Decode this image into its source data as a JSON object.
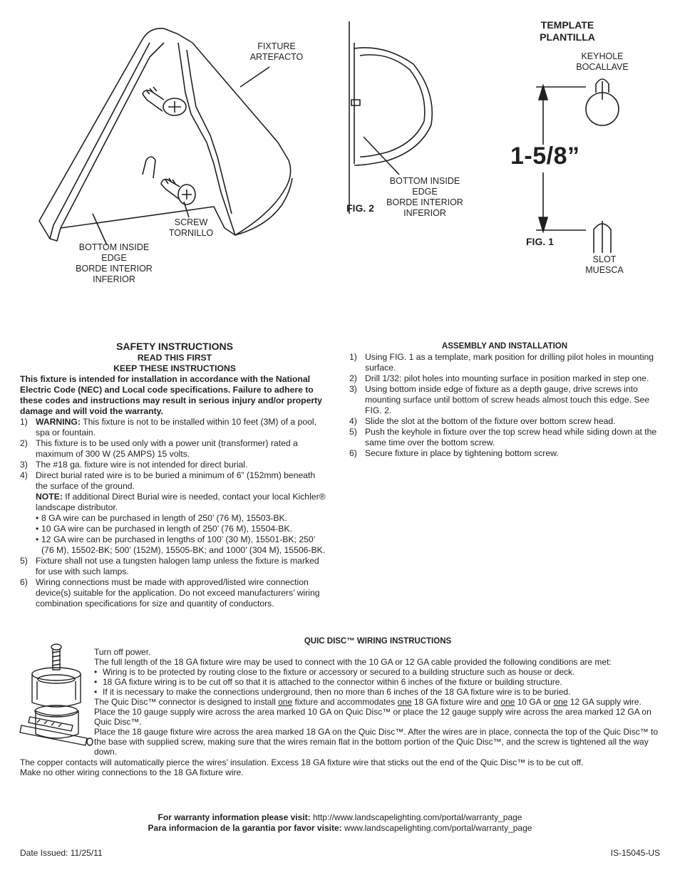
{
  "diagram": {
    "fixture_label": [
      "FIXTURE",
      "ARTEFACTO"
    ],
    "screw_label": [
      "SCREW",
      "TORNILLO"
    ],
    "bottom_edge_label_left": [
      "BOTTOM INSIDE",
      "EDGE",
      "BORDE INTERIOR",
      "INFERIOR"
    ],
    "bottom_edge_label_fig2": [
      "BOTTOM INSIDE",
      "EDGE",
      "BORDE INTERIOR",
      "INFERIOR"
    ],
    "fig2_label": "FIG. 2",
    "template_title": [
      "TEMPLATE",
      "PLANTILLA"
    ],
    "keyhole_label": [
      "KEYHOLE",
      "BOCALLAVE"
    ],
    "dimension": "1-5/8”",
    "fig1_label": "FIG. 1",
    "slot_label": [
      "SLOT",
      "MUESCA"
    ]
  },
  "safety": {
    "title": "SAFETY INSTRUCTIONS",
    "subtitle1": "READ THIS FIRST",
    "subtitle2": "KEEP THESE INSTRUCTIONS",
    "intro": "This fixture is intended for installation in accordance with the National Electric Code (NEC) and Local code specifications.  Failure to adhere to these codes and instructions may result in serious injury and/or property damage and will void the warranty.",
    "items": [
      {
        "num": "1)",
        "lead": "WARNING:",
        "text": " This fixture is not to be installed within 10 feet (3M) of a pool, spa or fountain."
      },
      {
        "num": "2)",
        "lead": "",
        "text": "This fixture is to be used only with a power unit (transformer) rated a maximum of 300 W (25 AMPS) 15 volts."
      },
      {
        "num": "3)",
        "lead": "",
        "text": "The #18 ga. fixture wire is not intended for direct burial."
      },
      {
        "num": "4)",
        "lead": "",
        "text": "Direct burial rated wire is to be buried a minimum of 6” (152mm) beneath the surface of the ground."
      }
    ],
    "note_lead": "NOTE:",
    "note_text": " If additional Direct Burial wire is needed, contact your local Kichler® landscape distributor.",
    "bullets": [
      " 8 GA wire can be purchased in length of 250’ (76 M), 15503-BK.",
      "10 GA wire can be purchased in length of 250’ (76 M), 15504-BK.",
      "12 GA wire can be purchased in lengths of 100’ (30 M), 15501-BK; 250’ (76 M), 15502-BK; 500’ (152M), 15505-BK; and 1000’ (304 M), 15506-BK."
    ],
    "items2": [
      {
        "num": "5)",
        "text": "Fixture shall not use a tungsten halogen lamp unless the fixture is marked for use with such lamps."
      },
      {
        "num": "6)",
        "text": "Wiring connections must be made with approved/listed wire connection device(s) suitable for the application. Do not exceed manufacturers’ wiring combination specifications for size and quantity of conductors."
      }
    ]
  },
  "assembly": {
    "title": "ASSEMBLY AND INSTALLATION",
    "items": [
      {
        "num": "1)",
        "text": "Using FIG. 1 as a template, mark position for drilling pilot holes in mounting surface."
      },
      {
        "num": "2)",
        "text": "Drill 1/32: pilot holes into mounting surface in position marked in step one."
      },
      {
        "num": "3)",
        "text": "Using bottom inside edge of fixture as a depth gauge, drive screws into mounting surface until bottom of screw heads almost touch this edge. See FIG. 2."
      },
      {
        "num": "4)",
        "text": "Slide the slot at the bottom of the fixture over bottom screw head."
      },
      {
        "num": "5)",
        "text": "Push the keyhole in fixture over the top screw head while siding down at the same time over the bottom screw."
      },
      {
        "num": "6)",
        "text": "Secure fixture in place by tightening bottom screw."
      }
    ]
  },
  "quic": {
    "title": "QUIC DISC™ WIRING INSTRUCTIONS",
    "line1": "Turn off power.",
    "line2": "The full length of the 18 GA fixture wire may be used to connect with the 10 GA or 12 GA cable provided the following conditions are met:",
    "bullets": [
      "Wiring is to be protected by routing close to the fixture or accessory or secured to a building structure such as house or deck.",
      "18 GA fixture wiring is to be cut off so that it is attached to the connector within 6 inches of the fixture or building structure.",
      "If it is necessary to make the connections underground, then no more than 6 inches of the 18 GA fixture wire is to be buried."
    ],
    "p1_a": "The Quic Disc™ connector is designed to install ",
    "p1_one1": "one",
    "p1_b": " fixture and accommodates ",
    "p1_one2": "one",
    "p1_c": " 18 GA fixture wire and ",
    "p1_one3": "one",
    "p1_d": " 10 GA or ",
    "p1_one4": "one",
    "p1_e": " 12 GA supply wire. Place the 10 gauge supply wire across the area marked 10 GA on Quic Disc™ or place the 12 gauge supply wire across the area marked 12 GA on Quic Disc™.",
    "p2": "Place the 18 gauge fixture wire across the area marked 18 GA on the Quic Disc™. After the wires are in place, connecta the top of the Quic Disc™ to the base with supplied screw, making sure that the wires remain flat in the bottom portion of the Quic Disc™, and the screw is tightened all the way down.",
    "p3": "The copper contacts will automatically pierce the wires’ insulation. Excess 18 GA fixture wire that sticks out the end of the Quic Disc™ is to be cut off.",
    "p4": "Make no other wiring connections to the 18 GA fixture wire."
  },
  "footer": {
    "warranty_en_label": "For warranty information please visit:",
    "warranty_url": "http://www.landscapelighting.com/portal/warranty_page",
    "warranty_es_label": "Para informacion de la garantia por favor visite:",
    "warranty_url_es": "www.landscapelighting.com/portal/warranty_page",
    "date": "Date Issued: 11/25/11",
    "doc_id": "IS-15045-US"
  }
}
